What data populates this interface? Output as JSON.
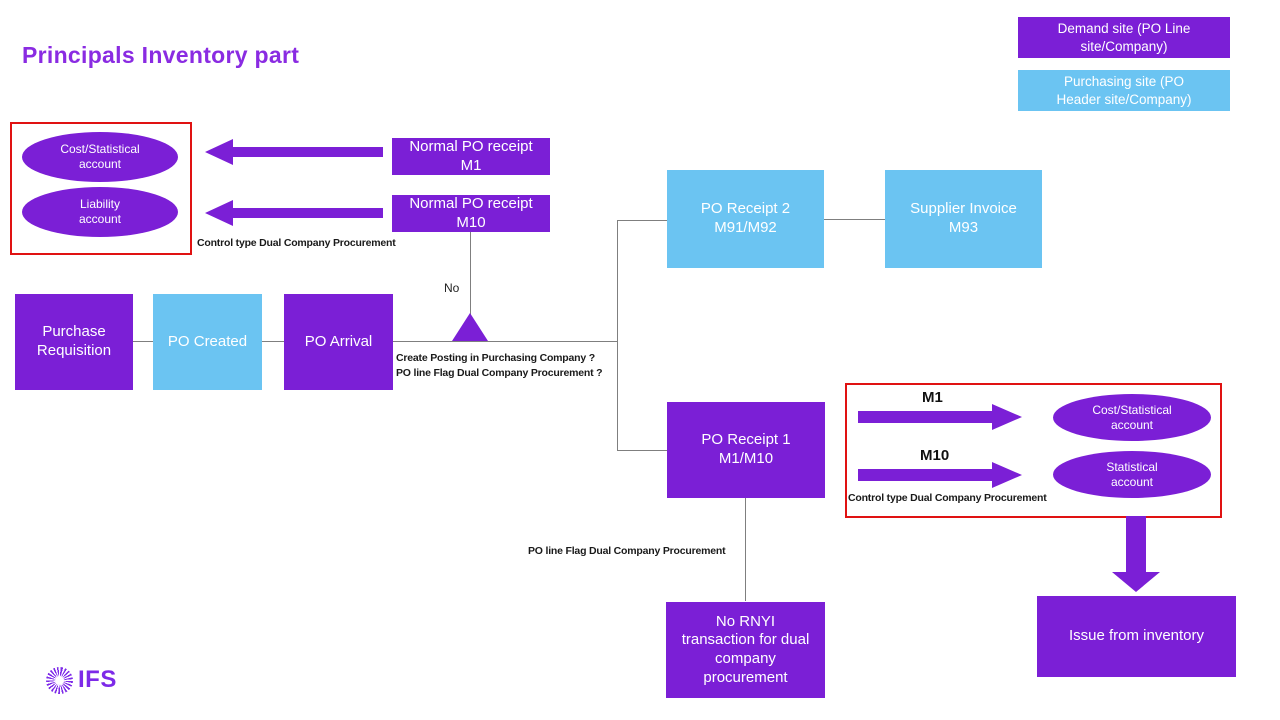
{
  "title": "Principals Inventory part",
  "colors": {
    "purple": "#7B1FD6",
    "light_blue": "#6BC4F2",
    "red_frame": "#E01212",
    "connector_gray": "#7F7F7F",
    "title_purple": "#8A2BE2",
    "label_black": "#1A1A1A"
  },
  "legend": {
    "demand_label": "Demand site (PO Line\nsite/Company)",
    "purchasing_label": "Purchasing site (PO\nHeader site/Company)"
  },
  "left_group": {
    "cost_statistical": "Cost/Statistical\naccount",
    "liability": "Liability\naccount",
    "caption": "Control type Dual Company Procurement"
  },
  "normal_receipts": {
    "m1": "Normal PO receipt\nM1",
    "m10": "Normal PO receipt\nM10"
  },
  "flow": {
    "purchase_requisition": "Purchase\nRequisition",
    "po_created": "PO Created",
    "po_arrival": "PO Arrival",
    "po_receipt2": "PO Receipt 2\nM91/M92",
    "supplier_invoice": "Supplier Invoice\nM93",
    "po_receipt1": "PO Receipt 1\nM1/M10",
    "no_rnyi": "No RNYI\ntransaction for dual\ncompany\nprocurement",
    "issue_from_inventory": "Issue from inventory"
  },
  "decision": {
    "no_label": "No",
    "question": "Create Posting in Purchasing Company ?\nPO line Flag Dual Company Procurement ?",
    "po_line_flag": "PO line Flag Dual Company Procurement"
  },
  "right_group": {
    "m1_label": "M1",
    "m10_label": "M10",
    "cost_statistical": "Cost/Statistical\naccount",
    "statistical": "Statistical\naccount",
    "caption": "Control type Dual Company Procurement"
  },
  "logo": {
    "text": "IFS",
    "icon": "ifs-swirl-icon"
  }
}
